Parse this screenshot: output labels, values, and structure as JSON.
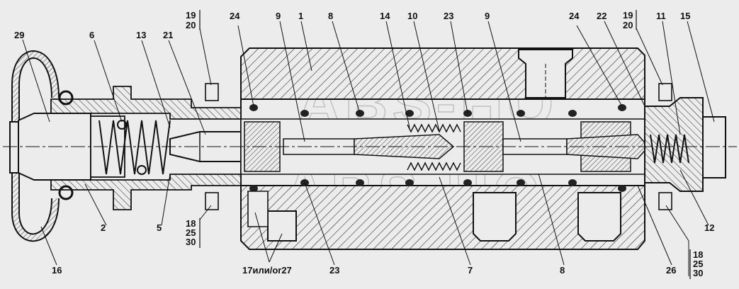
{
  "watermark": "ABS-HO",
  "labels_top": [
    "29",
    "6",
    "13",
    "21",
    "19",
    "20",
    "24",
    "9",
    "1",
    "8",
    "14",
    "10",
    "23",
    "9",
    "24",
    "22",
    "19",
    "20",
    "11",
    "15"
  ],
  "labels_bottom": [
    "2",
    "5",
    "18",
    "25",
    "30",
    "16",
    "17или/or27",
    "23",
    "7",
    "8",
    "12",
    "26",
    "18",
    "25",
    "30"
  ]
}
